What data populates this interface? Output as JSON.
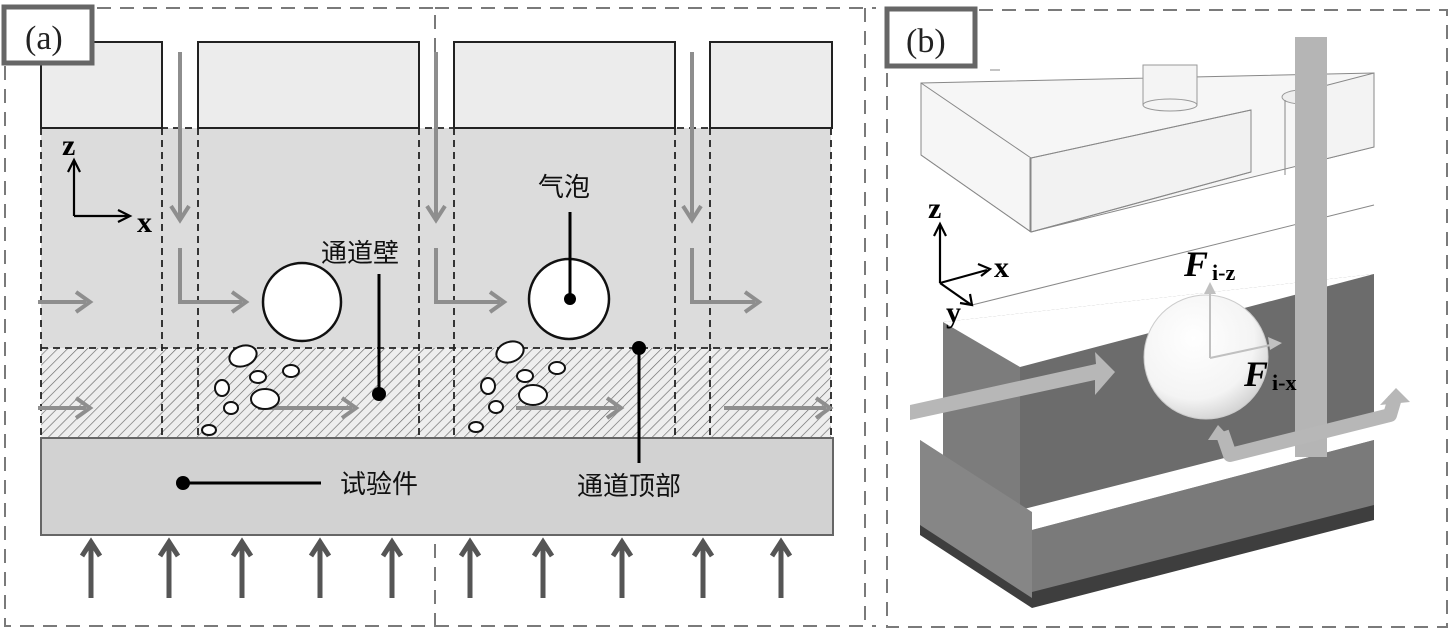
{
  "panels": {
    "a": {
      "label": "(a)",
      "axes": {
        "z": "z",
        "x": "x"
      },
      "labels": {
        "bubble": "气泡",
        "channel_wall": "通道壁",
        "test_piece": "试验件",
        "channel_top": "通道顶部"
      }
    },
    "b": {
      "label": "(b)",
      "axes": {
        "z": "z",
        "x": "x",
        "y": "y"
      },
      "forces": {
        "fz_main": "F",
        "fz_sub": "i-z",
        "fx_main": "F",
        "fx_sub": "i-x"
      }
    }
  },
  "colors": {
    "frame_dash": "#7a7a7a",
    "label_box": "#666666",
    "fin_fill": "#ececec",
    "fluid_fill": "#dcdcdc",
    "base_fill": "#d2d2d2",
    "flow_arrow": "#8e8e8e",
    "heat_arrow": "#555555",
    "solid_dark": "#6c6c6c",
    "solid_mid": "#8a8a8a"
  }
}
